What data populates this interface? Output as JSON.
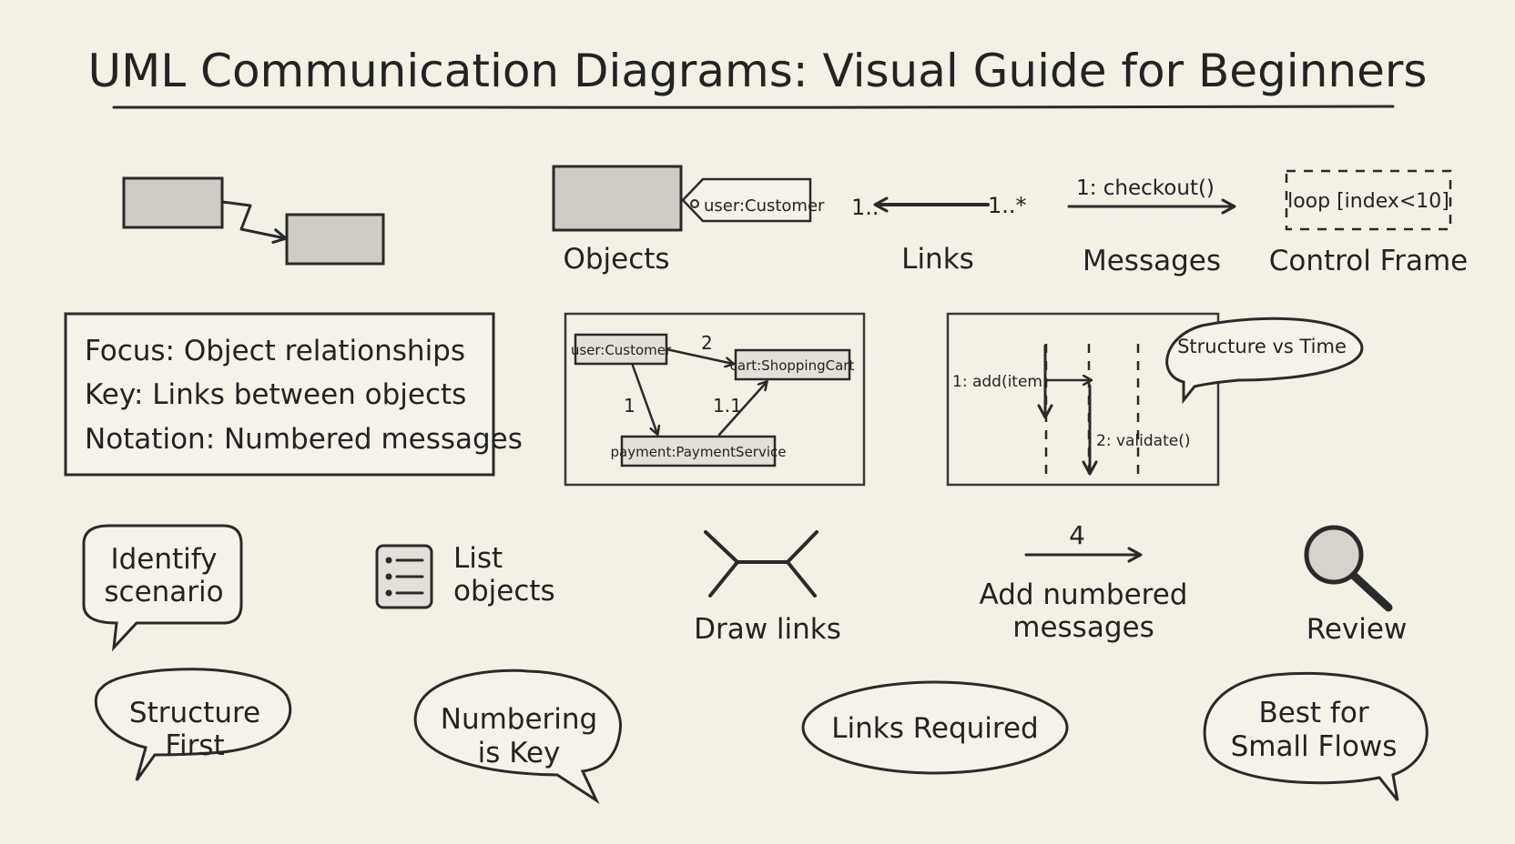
{
  "title": "UML Communication Diagrams: Visual Guide for Beginners",
  "legend": {
    "objects": {
      "label": "Objects",
      "tag": "user:Customer"
    },
    "links": {
      "label": "Links",
      "left_mult": "1..",
      "right_mult": "1..*"
    },
    "messages": {
      "label": "Messages",
      "text": "1: checkout()"
    },
    "control_frame": {
      "label": "Control Frame",
      "text": "loop [index<10]"
    }
  },
  "info_box": {
    "lines": [
      "Focus: Object relationships",
      "Key: Links between objects",
      "Notation: Numbered messages"
    ]
  },
  "example_diagram": {
    "customer": "user:Customer",
    "cart": "cart:ShoppingCart",
    "payment": "payment:PaymentService",
    "msg_cart": "2",
    "msg_payment": "1",
    "msg_return": "1.1"
  },
  "sequence_compare": {
    "msg1": "1: add(item)",
    "msg2": "2: validate()",
    "bubble": "Structure vs Time"
  },
  "steps": {
    "identify": [
      "Identify",
      "scenario"
    ],
    "list": [
      "List",
      "objects"
    ],
    "draw": "Draw links",
    "numbered": {
      "badge": "4",
      "lines": [
        "Add numbered",
        "messages"
      ]
    },
    "review": "Review"
  },
  "tips": {
    "structure": [
      "Structure",
      "First"
    ],
    "numbering": [
      "Numbering",
      "is Key"
    ],
    "links": "Links Required",
    "small": [
      "Best for",
      "Small Flows"
    ]
  }
}
